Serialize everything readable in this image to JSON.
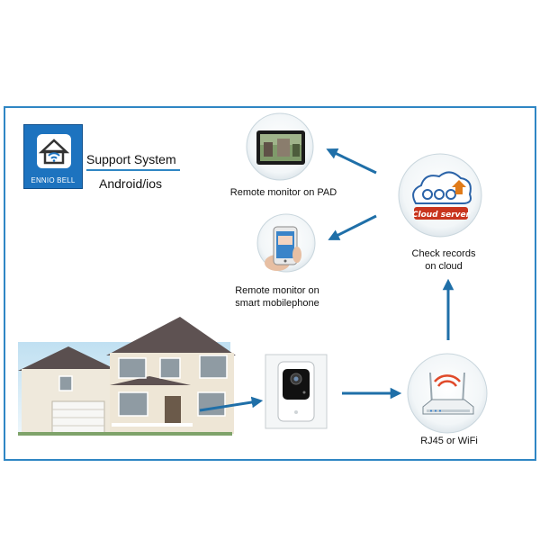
{
  "app": {
    "brand_label": "ENNIO BELL",
    "support_label": "Support System",
    "platform_label": "Android/ios",
    "icon": "wifi-home-icon"
  },
  "nodes": {
    "pad": {
      "caption": "Remote monitor on PAD",
      "icon": "tablet-icon"
    },
    "phone": {
      "caption_line1": "Remote monitor on",
      "caption_line2": "smart mobilephone",
      "icon": "smartphone-icon"
    },
    "cloud": {
      "caption_line1": "Check records",
      "caption_line2": "on cloud",
      "badge": "Cloud server",
      "icon": "cloud-server-icon"
    },
    "network": {
      "caption": "RJ45 or WiFi",
      "icon": "router-icon"
    },
    "doorbell": {
      "icon": "doorbell-camera-icon"
    },
    "house": {
      "icon": "house-icon"
    }
  },
  "colors": {
    "frame": "#2f86c4",
    "arrow": "#1f6fa8",
    "badge": "#1d73bf",
    "cloud_badge": "#c8341d"
  }
}
